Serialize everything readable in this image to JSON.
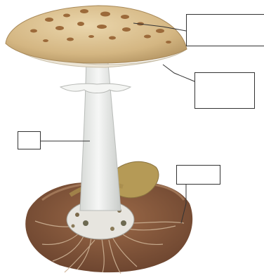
{
  "diagram": {
    "labels": [
      {
        "id": "cap",
        "text": ""
      },
      {
        "id": "gills",
        "text": ""
      },
      {
        "id": "stem",
        "text": ""
      },
      {
        "id": "volva",
        "text": ""
      }
    ]
  },
  "colors": {
    "cap": "#d9bf8e",
    "cap_spots": "#9c6a3a",
    "gills": "#ece5d6",
    "stem": "#eef0ee",
    "soil": "#8a5a3c",
    "leaf": "#b59a56",
    "roots": "#caa98a",
    "line": "#333333"
  }
}
